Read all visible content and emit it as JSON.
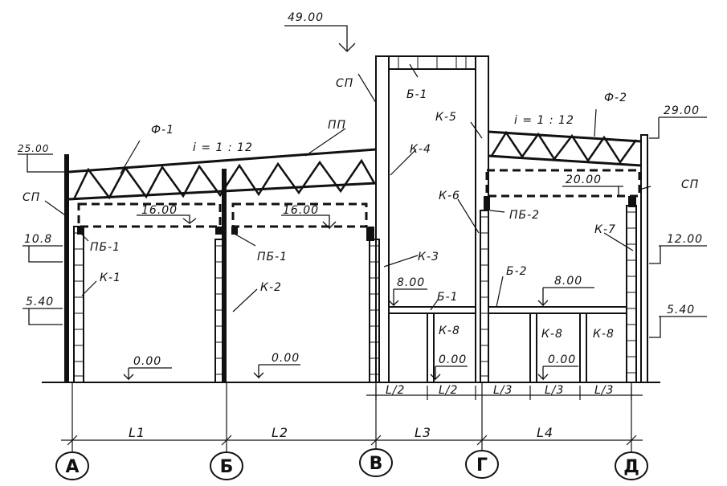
{
  "elevations": {
    "top": "49.00",
    "roof_left": "25.00",
    "roof_right": "29.00",
    "beam_mid_right": "20.00",
    "beam_left_1": "16.00",
    "beam_left_2": "16.00",
    "left_10_8": "10.8",
    "right_12": "12.00",
    "left_5_40": "5.40",
    "right_5_40": "5.40",
    "floor_8_left": "8.00",
    "floor_8_right": "8.00",
    "zero_1": "0.00",
    "zero_2": "0.00",
    "zero_3": "0.00",
    "zero_4": "0.00"
  },
  "labels": {
    "sp_top": "СП",
    "sp_left": "СП",
    "sp_right": "СП",
    "b1_top": "Б-1",
    "b1_mid": "Б-1",
    "b2": "Б-2",
    "f1": "Ф-1",
    "f2": "Ф-2",
    "pp": "ПП",
    "slope_left": "i = 1 : 12",
    "slope_right": "i = 1 : 12",
    "k1": "К-1",
    "k2": "К-2",
    "k3": "К-3",
    "k4": "К-4",
    "k5": "К-5",
    "k6": "К-6",
    "k7": "К-7",
    "k8a": "К-8",
    "k8b": "К-8",
    "k8c": "К-8",
    "pb1a": "ПБ-1",
    "pb1b": "ПБ-1",
    "pb2": "ПБ-2"
  },
  "spans": {
    "l1": "L1",
    "l2": "L2",
    "l3": "L3",
    "l4": "L4",
    "l3_half_a": "L/2",
    "l3_half_b": "L/2",
    "l4_third_a": "L/3",
    "l4_third_b": "L/3",
    "l4_third_c": "L/3"
  },
  "axes": [
    "А",
    "Б",
    "В",
    "Г",
    "Д"
  ]
}
